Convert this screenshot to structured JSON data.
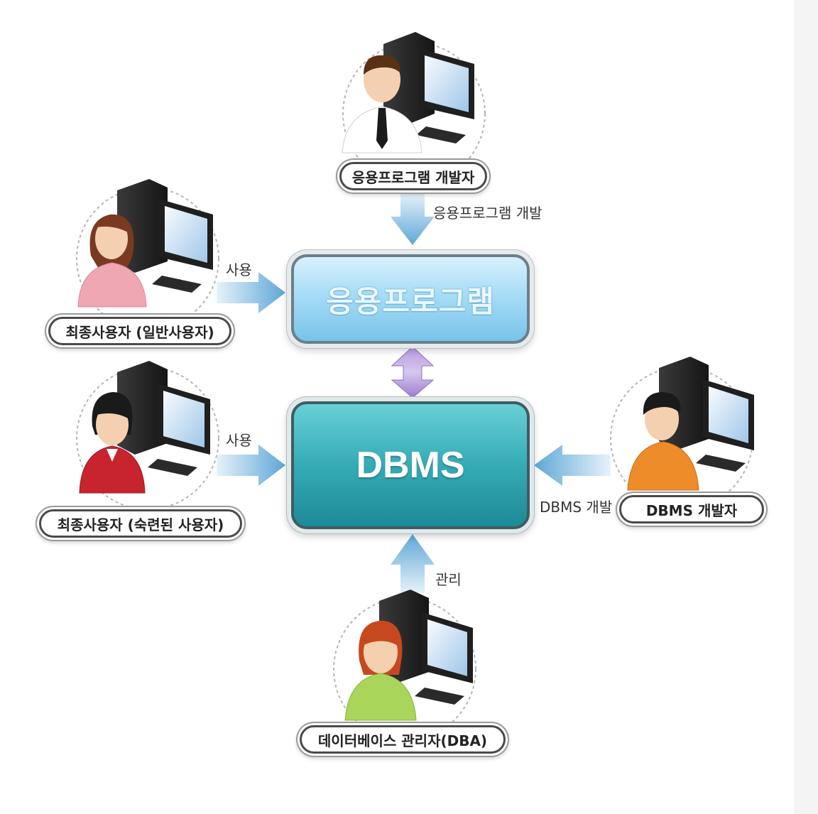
{
  "main": {
    "app_box_label": "응용프로그램",
    "dbms_box_label": "DBMS"
  },
  "actors": {
    "app_developer": "응용프로그램 개발자",
    "end_user_general": "최종사용자 (일반사용자)",
    "end_user_skilled": "최종사용자 (숙련된 사용자)",
    "dbms_developer": "DBMS 개발자",
    "dba": "데이터베이스 관리자(DBA)"
  },
  "flows": {
    "app_dev_flow": "응용프로그램 개발",
    "general_use": "사용",
    "skilled_use": "사용",
    "dbms_dev_flow": "DBMS 개발",
    "dba_flow": "관리"
  },
  "colors": {
    "arrow_blue": "#6aaed8",
    "arrow_purple": "#a98cd0",
    "app_box": "#9fd8f3",
    "dbms_box": "#2fa6b1"
  }
}
